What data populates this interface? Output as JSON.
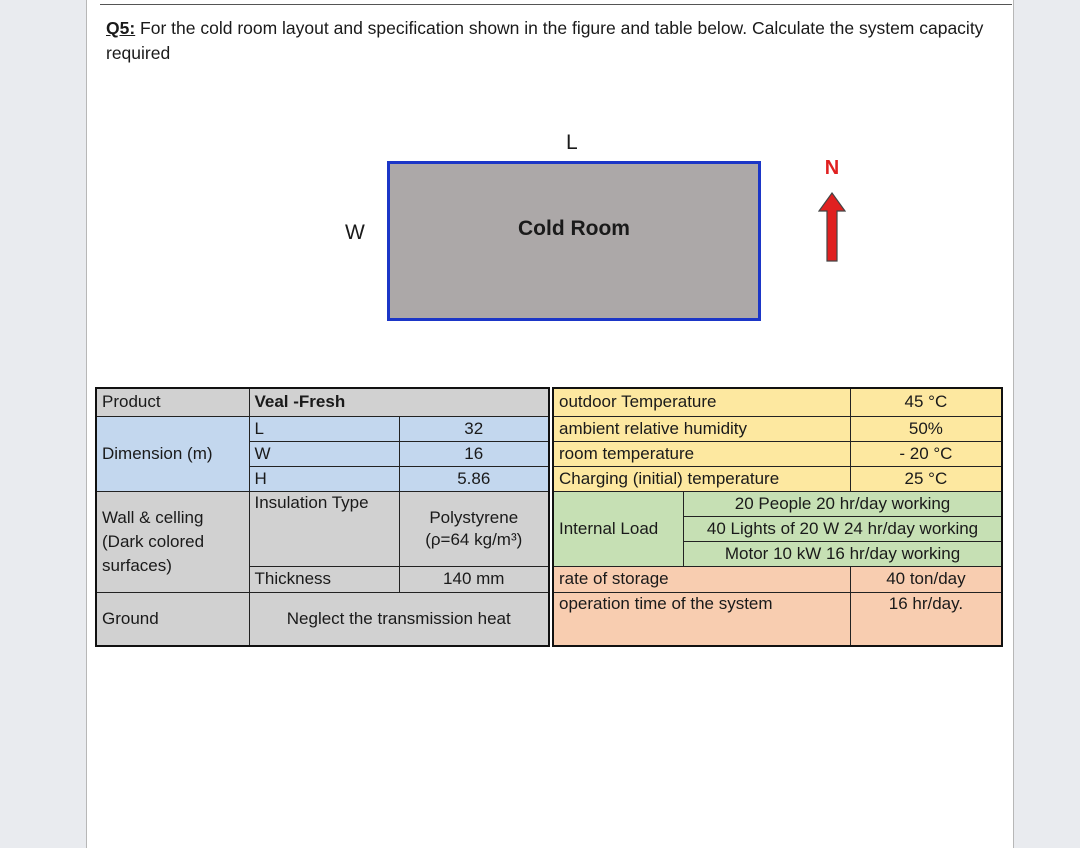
{
  "question": {
    "label": "Q5:",
    "text": " For the cold room layout and specification shown in the figure and table below. Calculate the system capacity required"
  },
  "figure": {
    "length_label": "L",
    "width_label": "W",
    "room_label": "Cold Room",
    "north_label": "N",
    "colors": {
      "room_fill": "#aca8a8",
      "room_border": "#1b36c7",
      "north": "#e02020"
    }
  },
  "left_table": {
    "product_label": "Product",
    "product_value": "Veal -Fresh",
    "dimension_label": "Dimension (m)",
    "dimensions": [
      {
        "key": "L",
        "value": "32"
      },
      {
        "key": "W",
        "value": "16"
      },
      {
        "key": "H",
        "value": "5.86"
      }
    ],
    "wall_label": "Wall & celling (Dark colored surfaces)",
    "insulation_type_label": "Insulation Type",
    "insulation_material": "Polystyrene",
    "insulation_density": "(ρ=64 kg/m³)",
    "thickness_label": "Thickness",
    "thickness_value": "140 mm",
    "ground_label": "Ground",
    "ground_value": "Neglect the transmission heat"
  },
  "right_table": {
    "conditions": [
      {
        "label": "outdoor Temperature",
        "value": "45 °C"
      },
      {
        "label": "ambient relative humidity",
        "value": "50%"
      },
      {
        "label": "room temperature",
        "value": "- 20 °C"
      },
      {
        "label": "Charging (initial) temperature",
        "value": "25 °C"
      }
    ],
    "internal_load_label": "Internal Load",
    "internal_loads": [
      "20 People 20 hr/day working",
      "40 Lights of 20 W 24 hr/day working",
      "Motor 10 kW 16 hr/day working"
    ],
    "storage_label": "rate of storage",
    "storage_value": "40 ton/day",
    "operation_label": "operation time of the system",
    "operation_value": "16 hr/day."
  }
}
